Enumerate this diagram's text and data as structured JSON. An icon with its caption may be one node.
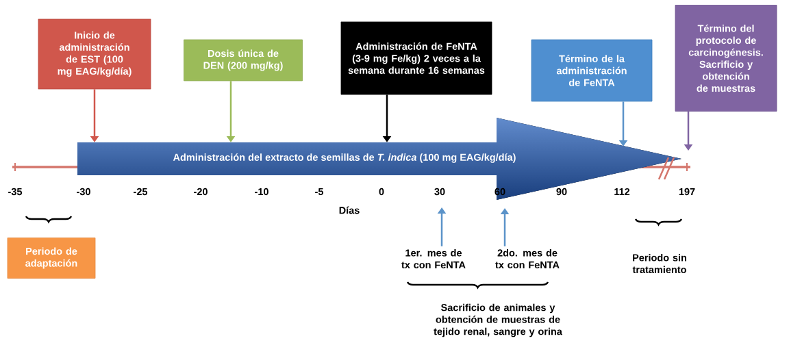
{
  "diagram": {
    "nodes": [
      {
        "text": [
          "Inicio de administración de EST (100 mg EAG/kg/día)"
        ]
      },
      {
        "text": [
          "Dosis única de DEN  (200 mg/kg)"
        ]
      },
      {
        "text": [
          "Administración de FeNTA (3-9 mg Fe/kg) 2 veces a la semana durante 16 semanas"
        ]
      },
      {
        "text": [
          "Término de la administración de FeNTA"
        ]
      },
      {
        "text": [
          "Término del protocolo de carcinogénesis. Sacrificio y obtención de muestras"
        ]
      },
      {
        "text": [
          "Administración del extracto de semillas de *T. indica* (100 mg EAG/kg/día)"
        ]
      },
      {
        "text": [
          "Periodo de adaptación"
        ]
      },
      {
        "text": [
          "1er. mes de tx con FeNTA"
        ]
      },
      {
        "text": [
          "2do. mes de tx con FeNTA"
        ]
      },
      {
        "text": [
          "Periodo sin tratamiento"
        ]
      },
      {
        "text": [
          "Sacrificio de animales y obtención de muestras de tejido renal, sangre y orina"
        ]
      }
    ],
    "edges": [
      {
        "from": 0,
        "to": 5,
        "arrow": "to",
        "color": "#d0574c"
      },
      {
        "from": 1,
        "to": 5,
        "arrow": "to",
        "color": "#9bbb59"
      },
      {
        "from": 2,
        "to": 5,
        "arrow": "to",
        "color": "#000000"
      },
      {
        "from": 3,
        "to": 5,
        "arrow": "to",
        "color": "#5b93c9"
      },
      {
        "from": 4,
        "to": null,
        "arrow": "to",
        "color": "#8064a2"
      },
      {
        "from": 7,
        "to": null,
        "arrow": "to",
        "color": "#5b93c9"
      },
      {
        "from": 8,
        "to": null,
        "arrow": "to",
        "color": "#5b93c9"
      }
    ],
    "labels": [
      "-35",
      "-30",
      "-25",
      "-20",
      "-10",
      "-5",
      "0",
      "30",
      "60",
      "90",
      "112",
      "197",
      "Días"
    ]
  }
}
